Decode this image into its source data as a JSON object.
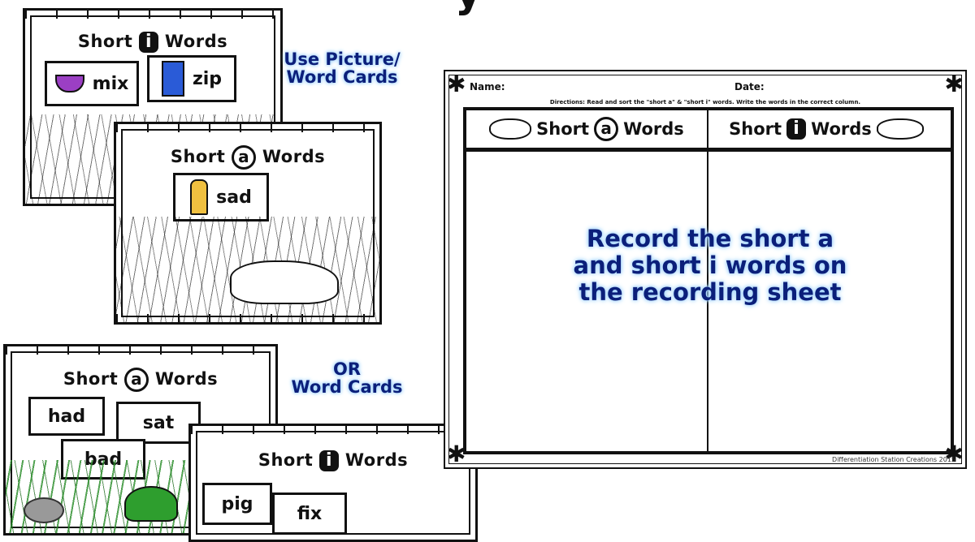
{
  "heading_partial": "y",
  "captions": {
    "use_cards": "Use Picture/\nWord Cards",
    "or_cards": "OR\nWord Cards"
  },
  "cards": {
    "short_i_top": {
      "title_prefix": "Short",
      "letter": "i",
      "title_suffix": "Words",
      "words": [
        "mix",
        "zip"
      ]
    },
    "short_a_mid": {
      "title_prefix": "Short",
      "letter": "a",
      "title_suffix": "Words",
      "words": [
        "sad"
      ]
    },
    "short_a_bottom": {
      "title_prefix": "Short",
      "letter": "a",
      "title_suffix": "Words",
      "words": [
        "had",
        "sat",
        "bad"
      ]
    },
    "short_i_bottom": {
      "title_prefix": "Short",
      "letter": "i",
      "title_suffix": "Words",
      "words": [
        "pig",
        "fix"
      ]
    }
  },
  "sheet": {
    "name_label": "Name:",
    "date_label": "Date:",
    "directions": "Directions: Read and sort the \"short a\" & \"short i\" words. Write the words in the correct column.",
    "col_a": {
      "prefix": "Short",
      "letter": "a",
      "suffix": "Words"
    },
    "col_i": {
      "prefix": "Short",
      "letter": "i",
      "suffix": "Words"
    },
    "caption": "Record the short a and short i words on the recording sheet",
    "credit": "Differentiation Station Creations 2015"
  },
  "colors": {
    "caption_text": "#0b1f7a",
    "caption_glow": "#9fd3ff",
    "bowl": "#9b3fc4",
    "zipper_bg": "#2a5bd7",
    "frog": "#2e9e2e"
  }
}
